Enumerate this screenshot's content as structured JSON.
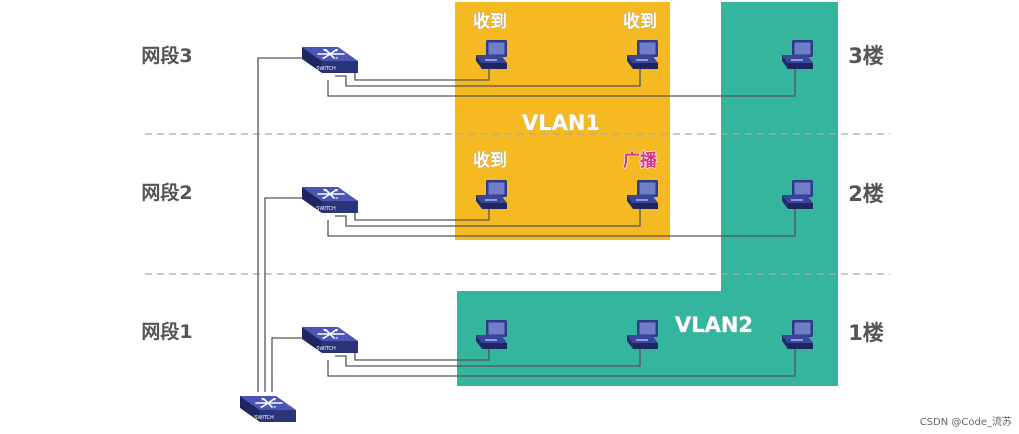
{
  "segments": [
    {
      "label": "网段3",
      "floor": "3楼"
    },
    {
      "label": "网段2",
      "floor": "2楼"
    },
    {
      "label": "网段1",
      "floor": "1楼"
    }
  ],
  "vlans": {
    "vlan1": {
      "label": "VLAN1",
      "color": "#f5b921"
    },
    "vlan2": {
      "label": "VLAN2",
      "color": "#34b59e"
    }
  },
  "pc_tags": {
    "received": "收到",
    "broadcast": "广播"
  },
  "device_text": "SWITCH",
  "footer": "CSDN @Code_流苏",
  "icons": {
    "switch": "switch-icon",
    "pc": "pc-icon"
  }
}
